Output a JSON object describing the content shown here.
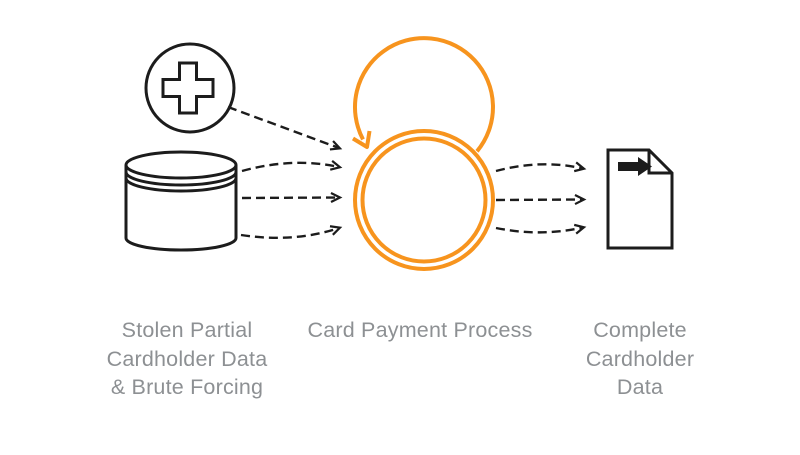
{
  "diagram": {
    "colors": {
      "background": "#ffffff",
      "line": "#1c1c1c",
      "accent": "#f7941e",
      "label": "#8d9093"
    },
    "nodes": {
      "source": {
        "icons": [
          "plus-circle-icon",
          "database-icon"
        ],
        "label": "Stolen Partial Cardholder Data & Brute Forcing",
        "label_lines": [
          "Stolen Partial",
          "Cardholder Data",
          "& Brute Forcing"
        ]
      },
      "process": {
        "icons": [
          "loop-arrow-icon",
          "double-circle-icon"
        ],
        "label": "Card Payment Process",
        "label_lines": [
          "Card Payment Process"
        ]
      },
      "output": {
        "icons": [
          "document-export-icon"
        ],
        "label": "Complete Cardholder Data",
        "label_lines": [
          "Complete",
          "Cardholder",
          "Data"
        ]
      }
    },
    "arrows": {
      "style": "dashed",
      "left_count": 4,
      "right_count": 3,
      "direction": "left-to-right"
    }
  }
}
